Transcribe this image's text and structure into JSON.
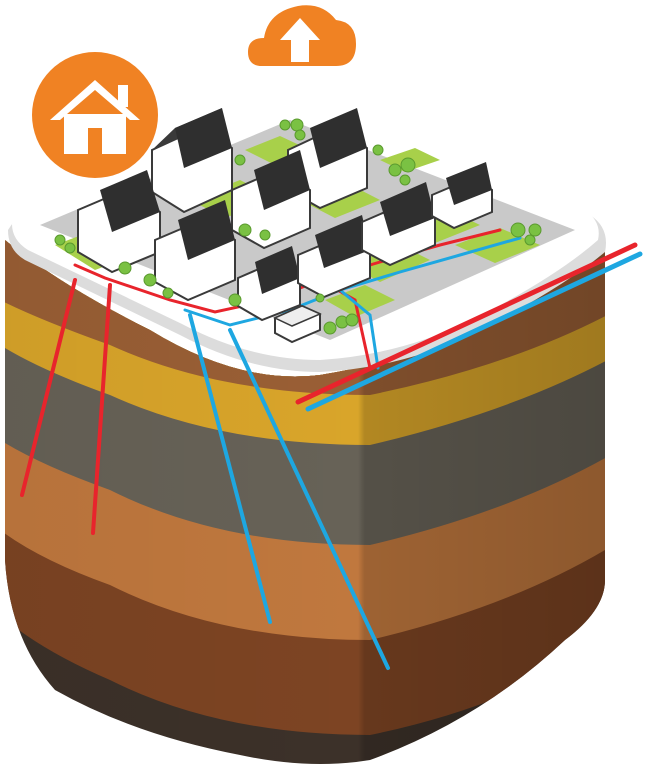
{
  "icons": {
    "house": "house-icon",
    "cloud_upload": "cloud-upload-icon",
    "solar_panel": "solar-panel-icon",
    "tree": "tree-icon"
  },
  "colors": {
    "accent_orange": "#f08223",
    "hot_pipe": "#e8242c",
    "cold_pipe": "#1ea7e1",
    "platform_top": "#ffffff",
    "platform_base": "#e6e6e6",
    "road": "#c7c7c7",
    "lawn": "#a8d04a",
    "tree": "#7ac143",
    "house_wall": "#ffffff",
    "roof": "#3a3a3a",
    "solar": "#2f2f2f",
    "layer_top_brown": "#9a5f35",
    "layer_gold": "#d9a52a",
    "layer_grey": "#676257",
    "layer_orange_brown": "#c0783e",
    "layer_bottom_brown": "#7d4423",
    "layer_base_dark": "#3c3129"
  },
  "diagram": {
    "platform": "residential-district",
    "soil_layers": [
      "topsoil",
      "sand",
      "clay",
      "gravel",
      "sediment",
      "bedrock"
    ],
    "house_count": 9,
    "substation_count": 1,
    "supply_lines": [
      "hot",
      "cold"
    ],
    "boreholes": [
      {
        "type": "hot"
      },
      {
        "type": "hot"
      },
      {
        "type": "cold"
      },
      {
        "type": "cold"
      }
    ]
  }
}
